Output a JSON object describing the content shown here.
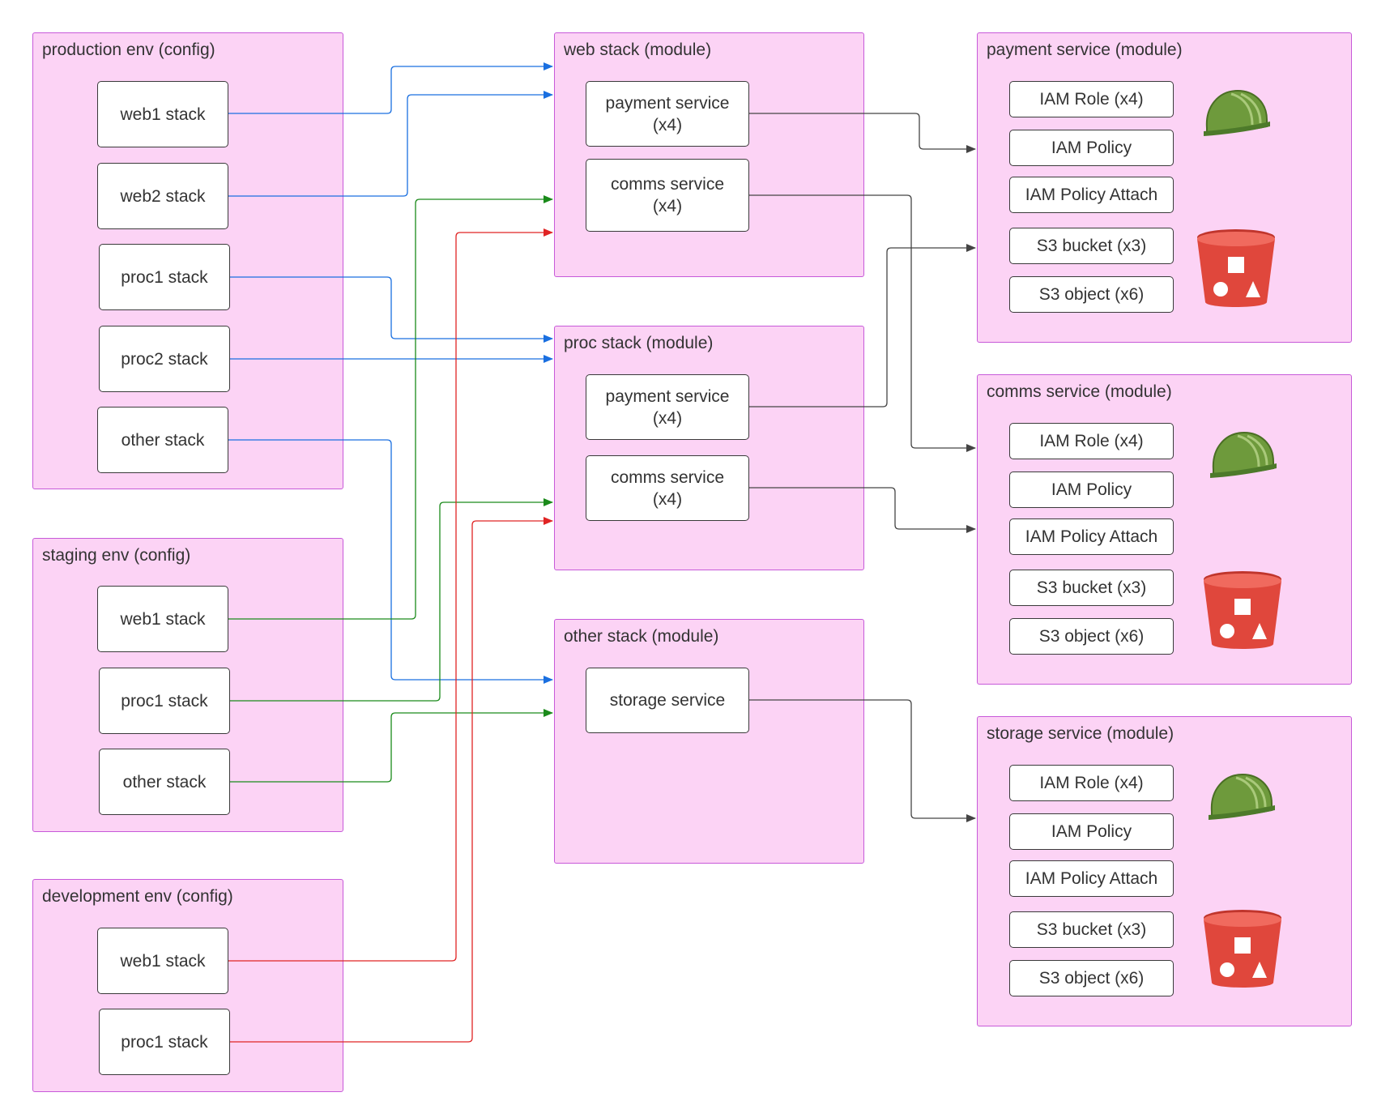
{
  "colors": {
    "prod": "#1a6fe0",
    "staging": "#1a8a1a",
    "dev": "#e02424",
    "internal": "#444444",
    "group_fill": "#fcd3f5",
    "group_border": "#c75ad9",
    "helmet": "#6e9a3c",
    "bucket": "#e0473c"
  },
  "production": {
    "title": "production env (config)",
    "web1": "web1 stack",
    "web2": "web2 stack",
    "proc1": "proc1 stack",
    "proc2": "proc2 stack",
    "other": "other stack"
  },
  "staging": {
    "title": "staging env (config)",
    "web1": "web1 stack",
    "proc1": "proc1 stack",
    "other": "other stack"
  },
  "development": {
    "title": "development env (config)",
    "web1": "web1 stack",
    "proc1": "proc1 stack"
  },
  "web_stack": {
    "title": "web stack (module)",
    "payment": "payment service\n(x4)",
    "comms": "comms service\n(x4)"
  },
  "proc_stack": {
    "title": "proc stack (module)",
    "payment": "payment service\n(x4)",
    "comms": "comms service\n(x4)"
  },
  "other_stack": {
    "title": "other stack (module)",
    "storage": "storage service"
  },
  "payment_service": {
    "title": "payment service (module)",
    "iam_role": "IAM Role (x4)",
    "iam_policy": "IAM Policy",
    "iam_attach": "IAM Policy Attach",
    "s3_bucket": "S3 bucket (x3)",
    "s3_object": "S3 object (x6)"
  },
  "comms_service": {
    "title": "comms service (module)",
    "iam_role": "IAM Role (x4)",
    "iam_policy": "IAM Policy",
    "iam_attach": "IAM Policy Attach",
    "s3_bucket": "S3 bucket (x3)",
    "s3_object": "S3 object (x6)"
  },
  "storage_service": {
    "title": "storage service (module)",
    "iam_role": "IAM Role (x4)",
    "iam_policy": "IAM Policy",
    "iam_attach": "IAM Policy Attach",
    "s3_bucket": "S3 bucket (x3)",
    "s3_object": "S3 object (x6)"
  },
  "icons": [
    "helmet-icon",
    "s3-bucket-icon"
  ]
}
